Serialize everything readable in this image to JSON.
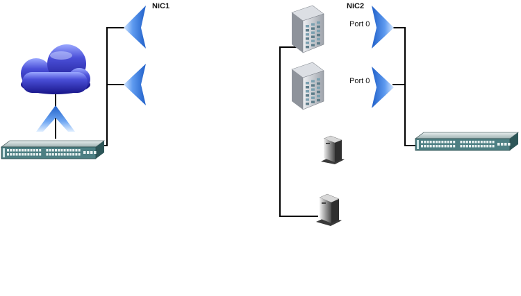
{
  "labels": {
    "nic1": "NiC1",
    "nic2": "NiC2",
    "port_top": "Port 0",
    "port_bottom": "Port 0"
  },
  "icons": {
    "cloud": "cloud-icon",
    "switch": "network-switch-icon",
    "nic_port": "nic-port-icon",
    "server": "tower-server-icon",
    "ups": "ups-device-icon"
  },
  "colors": {
    "cloud_dark": "#1c1a8f",
    "cloud_light": "#6b7ff0",
    "port_blue": "#2f6fd6",
    "port_light": "#cfe3ff",
    "switch_body": "#3e6f73",
    "server_gray": "#b8bcc4",
    "line": "#000000"
  }
}
